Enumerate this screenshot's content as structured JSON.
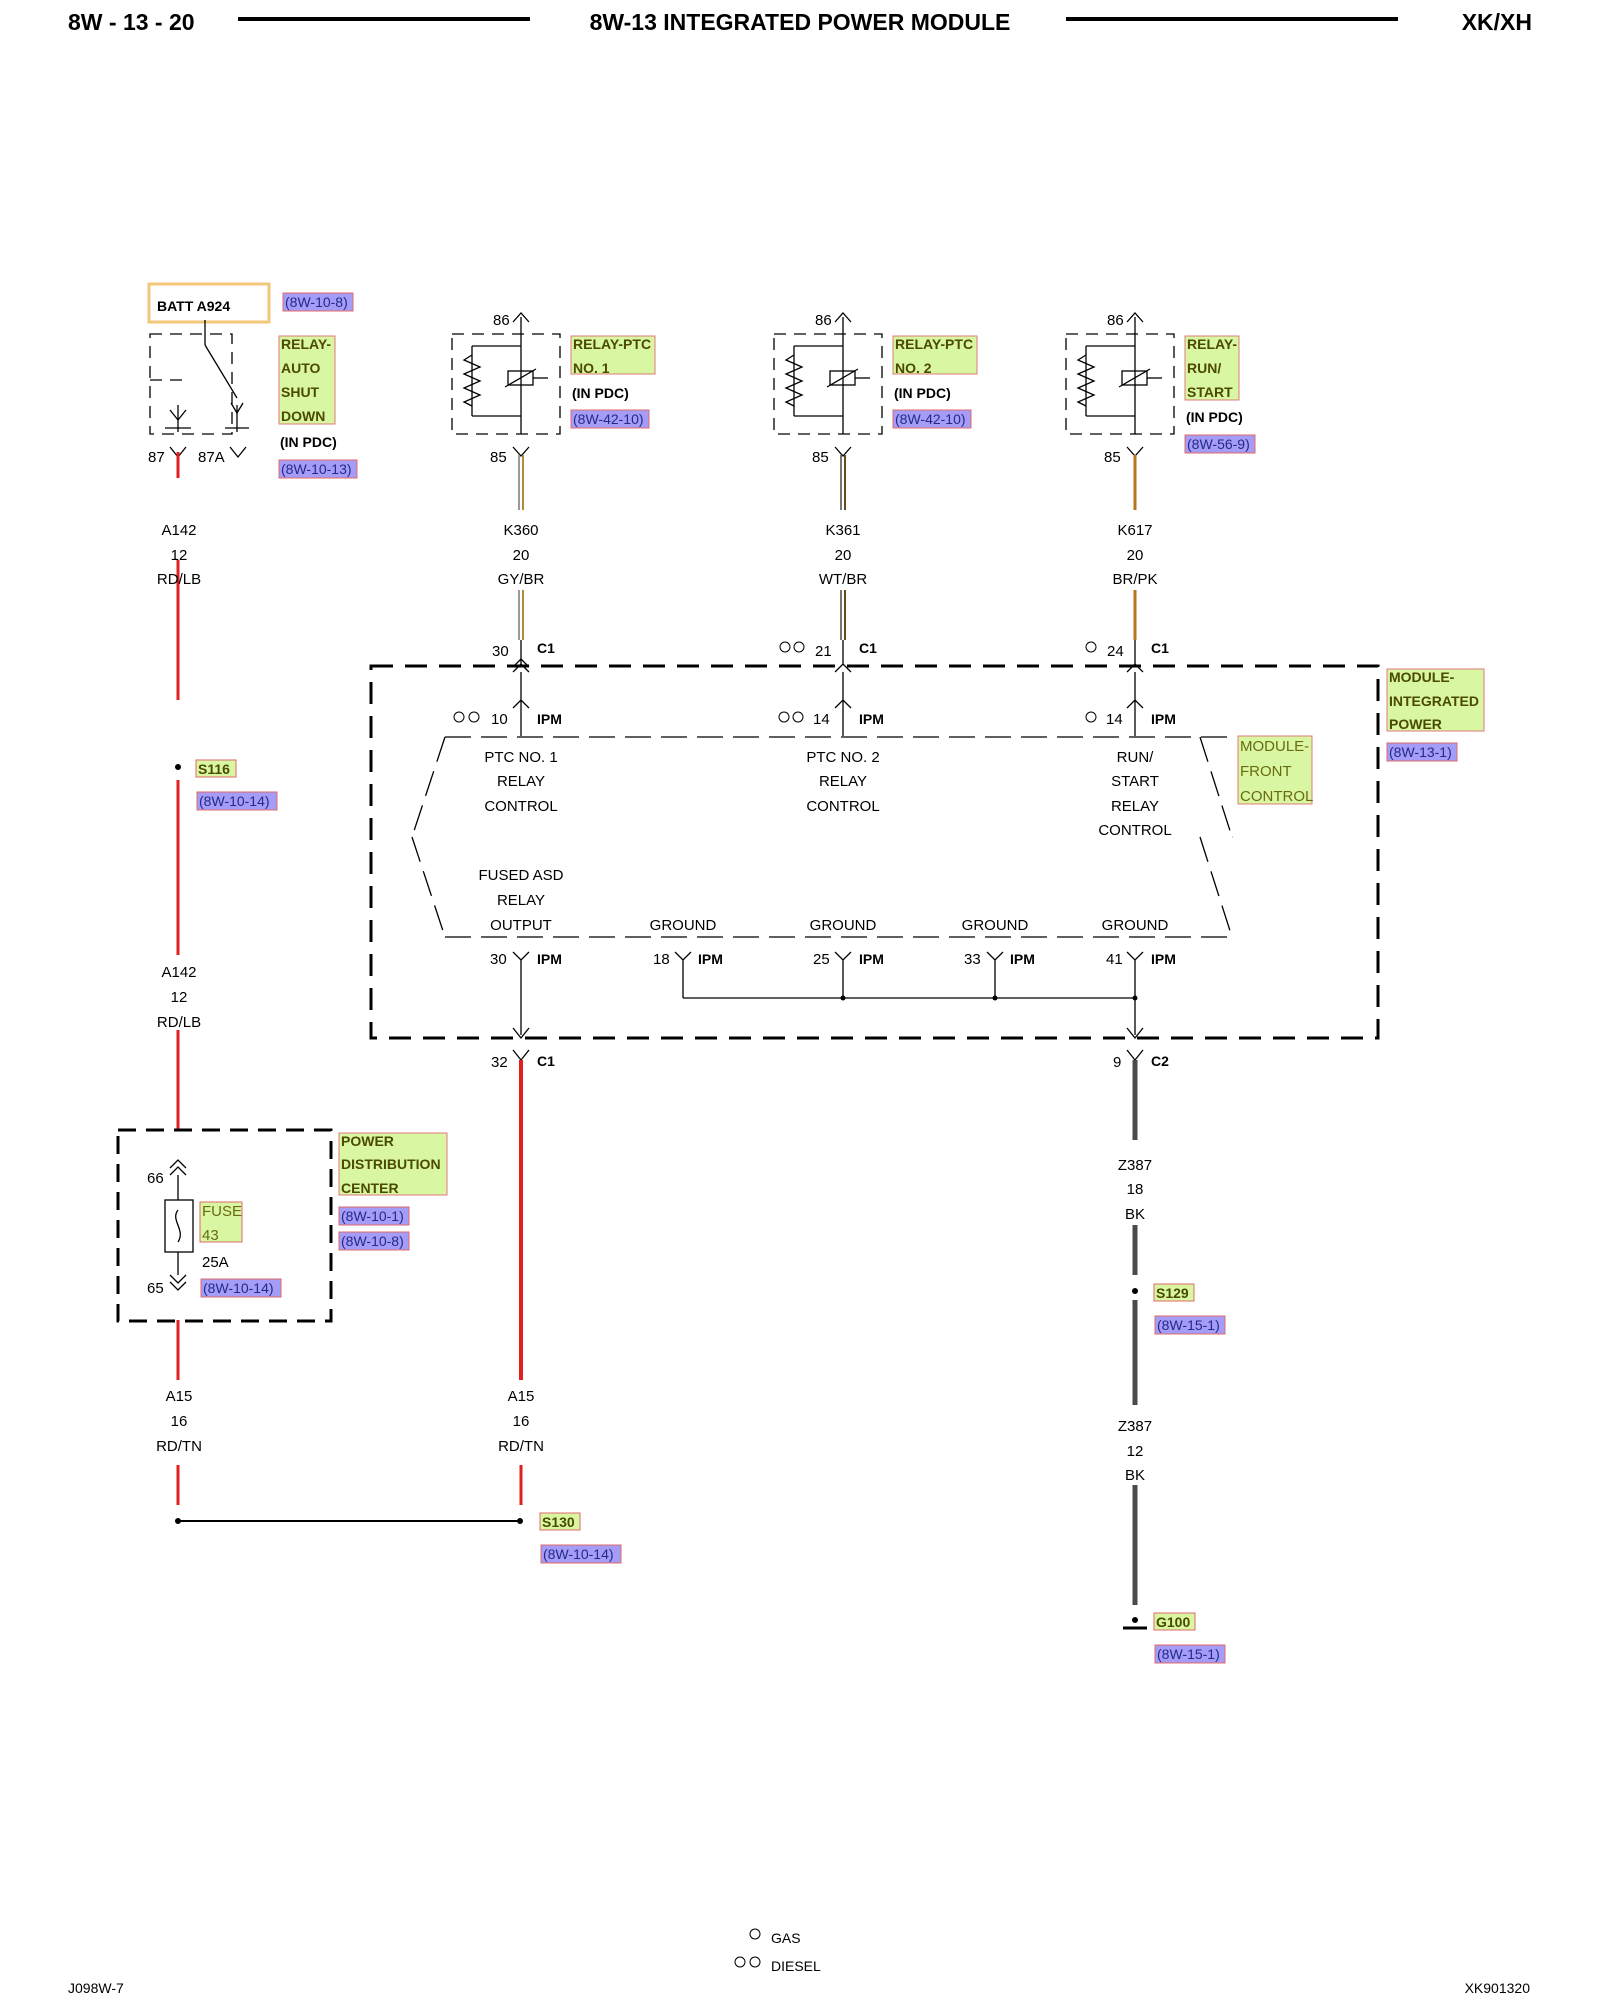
{
  "header": {
    "page": "8W - 13 - 20",
    "title": "8W-13 INTEGRATED POWER MODULE",
    "model": "XK/XH"
  },
  "footer": {
    "left": "J098W-7",
    "right": "XK901320"
  },
  "legend": {
    "gas": "GAS",
    "diesel": "DIESEL"
  },
  "colors": {
    "red": "#e21f1f",
    "gray": "#4a4a4a",
    "green_box": "#d9f7a3",
    "ref_box": "#a59cf7",
    "batt_border": "#f3c77a"
  },
  "batt": {
    "label": "BATT A924",
    "ref": "(8W-10-8)"
  },
  "relay_asd": {
    "name": [
      "RELAY-",
      "AUTO",
      "SHUT",
      "DOWN"
    ],
    "loc": "(IN PDC)",
    "ref": "(8W-10-13)",
    "pin_a": "87",
    "pin_b": "87A"
  },
  "relay_ptc1": {
    "name": [
      "RELAY-PTC",
      "NO. 1"
    ],
    "loc": "(IN PDC)",
    "ref": "(8W-42-10)",
    "pin_top": "86",
    "pin_bot": "85"
  },
  "relay_ptc2": {
    "name": [
      "RELAY-PTC",
      "NO. 2"
    ],
    "loc": "(IN PDC)",
    "ref": "(8W-42-10)",
    "pin_top": "86",
    "pin_bot": "85"
  },
  "relay_run": {
    "name": [
      "RELAY-",
      "RUN/",
      "START"
    ],
    "loc": "(IN PDC)",
    "ref": "(8W-56-9)",
    "pin_top": "86",
    "pin_bot": "85"
  },
  "wires": {
    "a142_top": [
      "A142",
      "12",
      "RD/LB"
    ],
    "a142_mid": [
      "A142",
      "12",
      "RD/LB"
    ],
    "k360": [
      "K360",
      "20",
      "GY/BR"
    ],
    "k361": [
      "K361",
      "20",
      "WT/BR"
    ],
    "k617": [
      "K617",
      "20",
      "BR/PK"
    ],
    "a15_left": [
      "A15",
      "16",
      "RD/TN"
    ],
    "a15_right": [
      "A15",
      "16",
      "RD/TN"
    ],
    "z387_a": [
      "Z387",
      "18",
      "BK"
    ],
    "z387_b": [
      "Z387",
      "12",
      "BK"
    ]
  },
  "splices": {
    "s116": {
      "id": "S116",
      "ref": "(8W-10-14)"
    },
    "s130": {
      "id": "S130",
      "ref": "(8W-10-14)"
    },
    "s129": {
      "id": "S129",
      "ref": "(8W-15-1)"
    },
    "g100": {
      "id": "G100",
      "ref": "(8W-15-1)"
    }
  },
  "ipm": {
    "name": [
      "MODULE-",
      "INTEGRATED",
      "POWER"
    ],
    "ref": "(8W-13-1)",
    "fcm": [
      "MODULE-",
      "FRONT",
      "CONTROL"
    ],
    "c1_30": "30",
    "c1_21": "21",
    "c1_24": "24",
    "c1_label": "C1",
    "ipm_label": "IPM",
    "in_pins": [
      "10",
      "14",
      "14"
    ],
    "ptc1_ctrl": [
      "PTC NO. 1",
      "RELAY",
      "CONTROL"
    ],
    "ptc2_ctrl": [
      "PTC NO. 2",
      "RELAY",
      "CONTROL"
    ],
    "run_ctrl": [
      "RUN/",
      "START",
      "RELAY",
      "CONTROL"
    ],
    "asd_out": [
      "FUSED ASD",
      "RELAY",
      "OUTPUT"
    ],
    "ground": "GROUND",
    "out_pins": [
      "30",
      "18",
      "25",
      "33",
      "41"
    ],
    "c1_32": "32",
    "c2_9": "9",
    "c2_label": "C2"
  },
  "pdc": {
    "name": [
      "POWER",
      "DISTRIBUTION",
      "CENTER"
    ],
    "refs": [
      "(8W-10-1)",
      "(8W-10-8)"
    ],
    "fuse": [
      "FUSE",
      "43"
    ],
    "rating": "25A",
    "pin_top": "66",
    "pin_bot": "65",
    "fuse_ref": "(8W-10-14)"
  }
}
